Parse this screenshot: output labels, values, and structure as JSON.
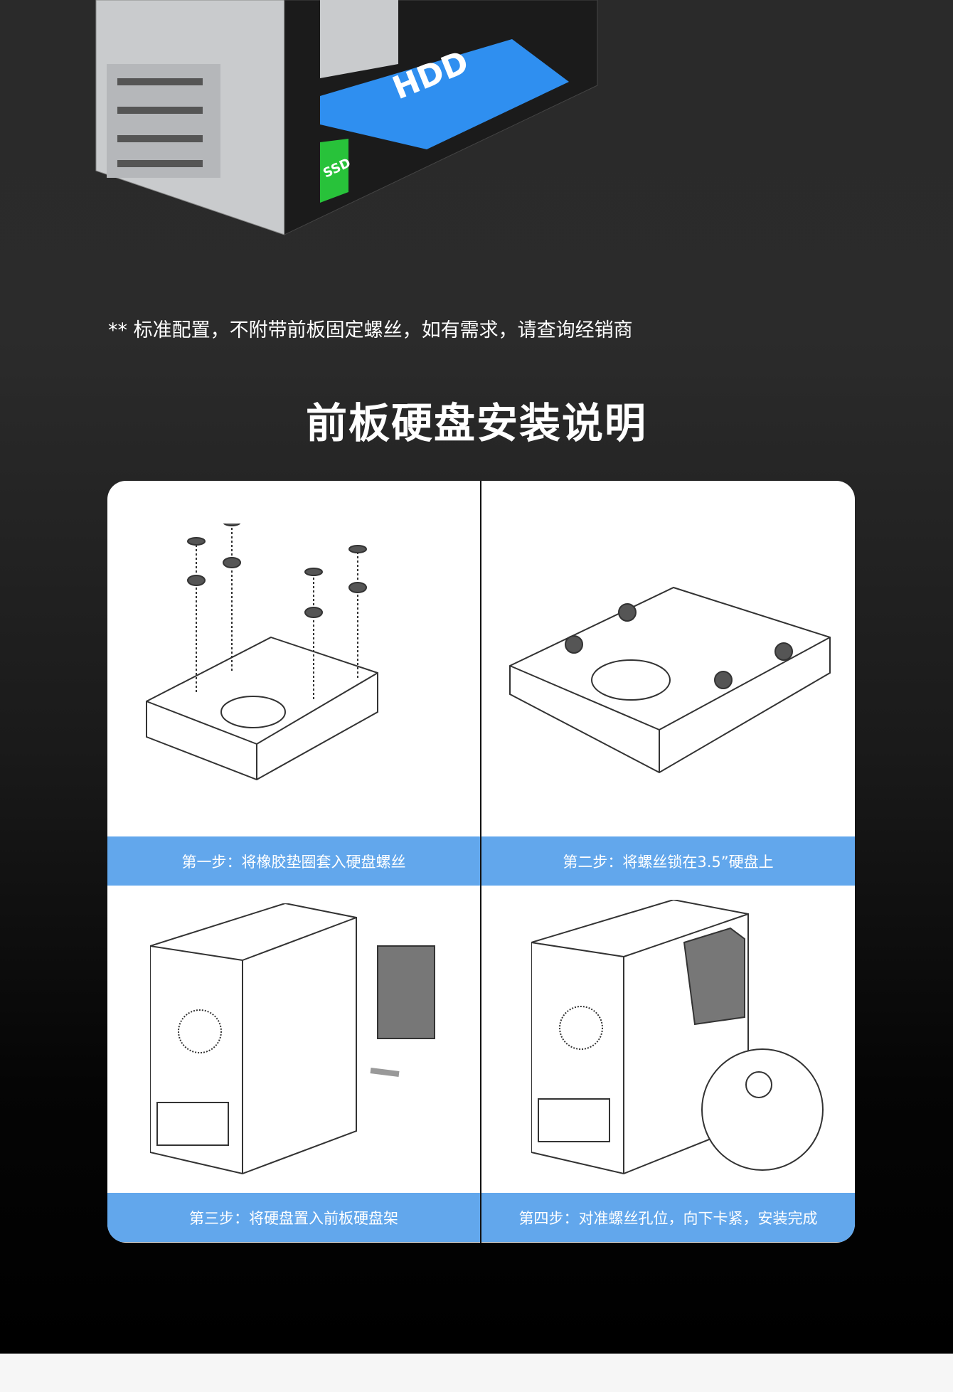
{
  "hero": {
    "hdd_label": "HDD",
    "ssd_label": "SSD"
  },
  "note": "** 标准配置，不附带前板固定螺丝，如有需求，请查询经销商",
  "title": "前板硬盘安装说明",
  "steps": [
    {
      "caption": "第一步：将橡胶垫圈套入硬盘螺丝"
    },
    {
      "caption": "第二步：将螺丝锁在3.5”硬盘上"
    },
    {
      "caption": "第三步：将硬盘置入前板硬盘架"
    },
    {
      "caption": "第四步：对准螺丝孔位，向下卡紧，安装完成"
    }
  ],
  "colors": {
    "band": "#62a7ec",
    "hdd": "#2f8ff0",
    "ssd": "#2ec43a"
  }
}
